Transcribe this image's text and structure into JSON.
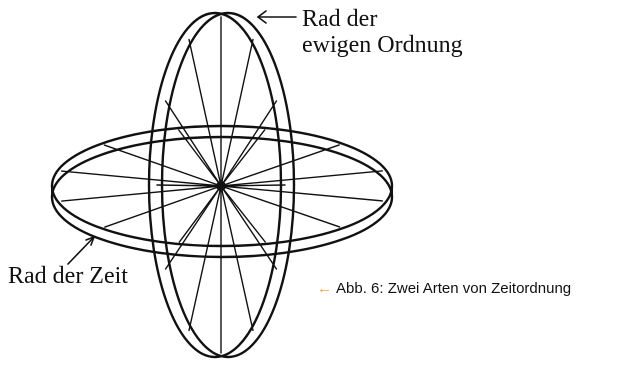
{
  "labels": {
    "eternal_line1": "Rad der",
    "eternal_line2": "ewigen Ordnung",
    "time": "Rad der Zeit"
  },
  "caption": {
    "arrow_icon": "arrow-left-icon",
    "arrow_char": "←",
    "arrow_color": "#f0a030",
    "text": "Abb. 6: Zwei Arten von Zeitordnung"
  },
  "colors": {
    "ink": "#111111",
    "accent": "#f0a030"
  }
}
